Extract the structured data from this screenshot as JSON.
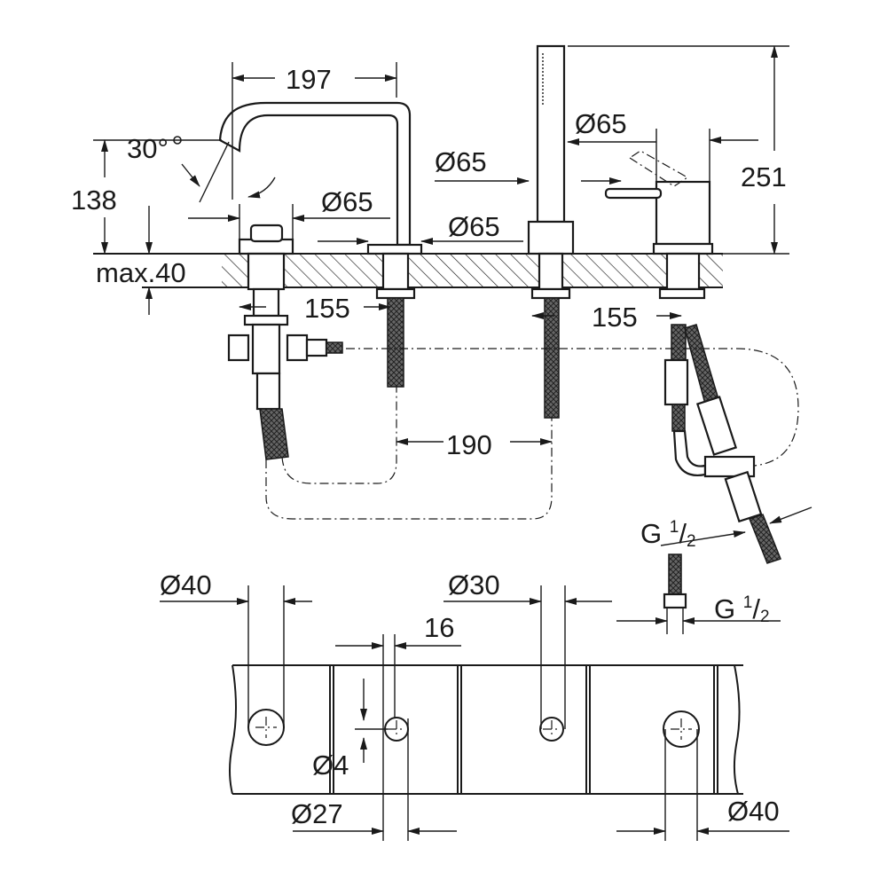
{
  "drawing": {
    "top_view": {
      "spout_reach": "197",
      "spout_angle": "30°",
      "spout_height": "138",
      "deck_thickness": "max.40",
      "diam_spout_base": "Ø65",
      "diam_shower_base_left": "Ø65",
      "diam_shower_base_right": "Ø65",
      "diam_mixer_base": "Ø65",
      "mixer_height": "251",
      "spacing_left": "155",
      "spacing_right": "155",
      "spacing_middle": "190",
      "connection_thread": {
        "main": "G",
        "num": "1",
        "den": "2"
      }
    },
    "cutout_view": {
      "hole_left": "Ø40",
      "hole_middle": "Ø30",
      "spacing_16": "16",
      "connection_thread": {
        "main": "G",
        "num": "1",
        "den": "2"
      },
      "small_hole": "Ø4",
      "hole_27": "Ø27",
      "hole_right": "Ø40"
    }
  }
}
